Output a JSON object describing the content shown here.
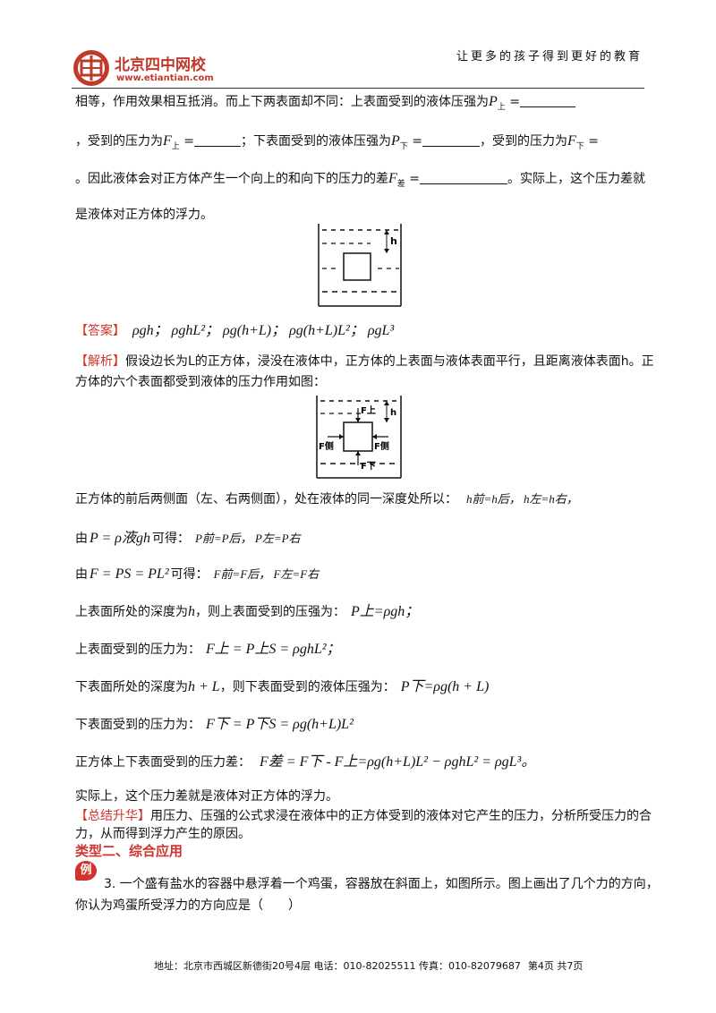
{
  "header": {
    "logo_text": "北京四中网校",
    "logo_url": "www.etiantian.com",
    "slogan": "让更多的孩子得到更好的教育"
  },
  "body": {
    "line1_text": "相等，作用效果相互抵消。而上下两表面却不同：上表面受到的液体压强为",
    "line1_P": "P",
    "line1_Psub": "上",
    "line2_part1": "，受到的压力为",
    "line2_F": "F",
    "line2_Fsub": "上",
    "line2_part2": "；下表面受到的液体压强为",
    "line2_P": "P",
    "line2_Psub": "下",
    "line2_part3": "，受到的压力为",
    "line2_F2": "F",
    "line2_F2sub": "下",
    "line3_part1": "。因此液体会对正方体产生一个向上的和向下的压力的差",
    "line3_F": "F",
    "line3_Fsub": "差",
    "line3_part2": "。实际上，这个压力差就",
    "line4": "是液体对正方体的浮力。",
    "eq": "="
  },
  "figure1": {
    "h_label": "h"
  },
  "answer": {
    "tag": "【答案】",
    "text": "ρgh； ρghL²； ρg(h+L)； ρg(h+L)L²； ρgL³"
  },
  "analysis": {
    "tag": "【解析】",
    "line1": "假设边长为L的正方体，浸没在液体中，正方体的上表面与液体表面平行，且距离液体表面h。正",
    "line2": "方体的六个表面都受到液体的压力作用如图："
  },
  "figure2": {
    "h_label": "h",
    "F_top": "F上",
    "F_bottom": "F下",
    "F_left": "F侧",
    "F_right": "F侧"
  },
  "derivation": {
    "d1_text": "正方体的前后两侧面（左、右两侧面），处在液体的同一深度处所以：",
    "d1_math": "h前=h后， h左=h右，",
    "d2_text1": "由",
    "d2_math1": "P = ρ液gh",
    "d2_text2": "可得：",
    "d2_math2": "P前=P后， P左=P右",
    "d3_text1": "由",
    "d3_math1": "F = PS = PL²",
    "d3_text2": "可得：",
    "d3_math2": "F前=F后， F左=F右",
    "d4_text": "上表面所处的深度为",
    "d4_h": "h",
    "d4_text2": "，则上表面受到的压强为：",
    "d4_math": "P上=ρgh；",
    "d5_text": "上表面受到的压力为：",
    "d5_math": "F上 = P上S = ρghL²；",
    "d6_text": "下表面所处的深度为",
    "d6_hL": "h + L",
    "d6_text2": "，则下表面受到的液体压强为：",
    "d6_math": "P下=ρg(h + L)",
    "d7_text": "下表面受到的压力为：",
    "d7_math": "F下 = P下S = ρg(h+L)L²",
    "d8_text": "正方体上下表面受到的压力差：",
    "d8_math": "F差 = F下 - F上=ρg(h+L)L² − ρghL² = ρgL³。",
    "d9_text": "实际上，这个压力差就是液体对正方体的浮力。"
  },
  "summary": {
    "tag": "【总结升华】",
    "line1": "用压力、压强的公式求浸在液体中的正方体受到的液体对它产生的压力，分析所受压力的合",
    "line2": "力，从而得到浮力产生的原因。"
  },
  "section": {
    "title": "类型二、综合应用"
  },
  "example": {
    "badge": "例",
    "line1": "3. 一个盛有盐水的容器中悬浮着一个鸡蛋，容器放在斜面上，如图所示。图上画出了几个力的方向，",
    "line2": "你认为鸡蛋所受浮力的方向应是（　　）"
  },
  "footer": {
    "address": "地址：北京市西城区新德街20号4层  电话：010-82025511  传真：010-82079687",
    "page": "第4页  共7页"
  }
}
